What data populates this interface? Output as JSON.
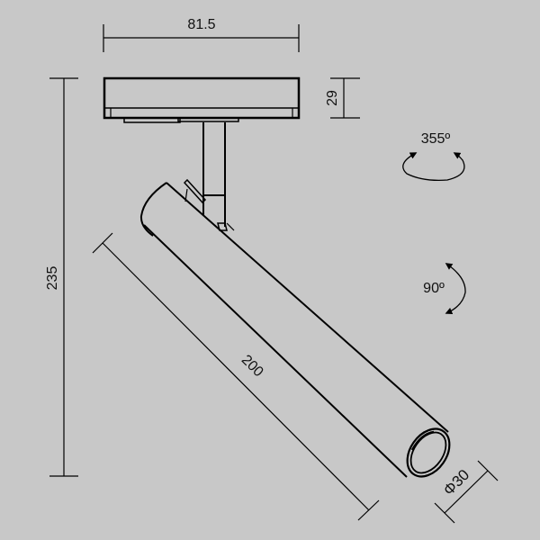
{
  "drawing": {
    "background_color": "#c8c8c8",
    "line_color": "#000000",
    "dimensions": {
      "adapter_width": "81.5",
      "adapter_height": "29",
      "total_height": "235",
      "tube_length": "200",
      "tube_diameter": "Φ30"
    },
    "rotation": {
      "horizontal": "355º",
      "vertical": "90º"
    }
  }
}
